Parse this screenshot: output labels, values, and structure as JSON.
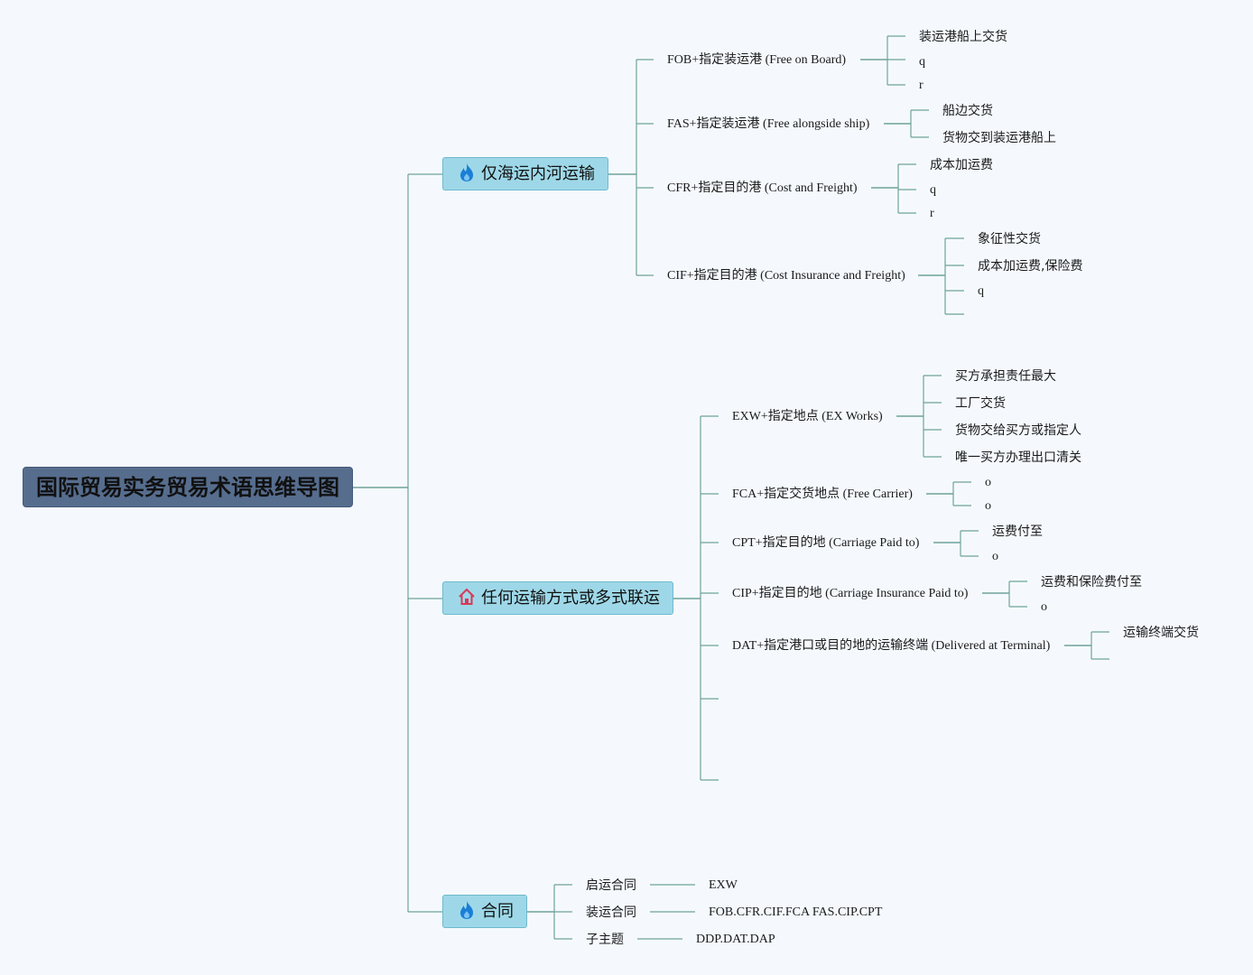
{
  "root": {
    "title": "国际贸易实务贸易术语思维导图"
  },
  "branches": [
    {
      "label": "仅海运内河运输",
      "icon": "flame-icon",
      "children": [
        {
          "label": "FOB+指定装运港 (Free on Board)",
          "children": [
            "装运港船上交货",
            "q",
            "r"
          ]
        },
        {
          "label": "FAS+指定装运港 (Free alongside ship)",
          "children": [
            "船边交货",
            "货物交到装运港船上"
          ]
        },
        {
          "label": "CFR+指定目的港 (Cost and Freight)",
          "children": [
            "成本加运费",
            "q",
            "r"
          ]
        },
        {
          "label": "CIF+指定目的港 (Cost Insurance and Freight)",
          "children": [
            "象征性交货",
            "成本加运费,保险费",
            "q",
            ""
          ]
        }
      ]
    },
    {
      "label": "任何运输方式或多式联运",
      "icon": "house-icon",
      "children": [
        {
          "label": "EXW+指定地点 (EX Works)",
          "children": [
            "买方承担责任最大",
            "工厂交货",
            "货物交给买方或指定人",
            "唯一买方办理出口清关"
          ]
        },
        {
          "label": "FCA+指定交货地点 (Free Carrier)",
          "children": [
            "o",
            "o"
          ]
        },
        {
          "label": "CPT+指定目的地 (Carriage Paid to)",
          "children": [
            "运费付至",
            "o"
          ]
        },
        {
          "label": "CIP+指定目的地 (Carriage Insurance Paid to)",
          "children": [
            "运费和保险费付至",
            "o"
          ]
        },
        {
          "label": "DAT+指定港口或目的地的运输终端 (Delivered at Terminal)",
          "children": [
            "运输终端交货",
            ""
          ]
        },
        {
          "label": "",
          "children": []
        },
        {
          "label": "",
          "children": []
        }
      ]
    },
    {
      "label": "合同",
      "icon": "flame-icon",
      "children": [
        {
          "label": "启运合同",
          "children": [
            "EXW"
          ]
        },
        {
          "label": "装运合同",
          "children": [
            "FOB.CFR.CIF.FCA FAS.CIP.CPT"
          ]
        },
        {
          "label": "子主题",
          "children": [
            "DDP.DAT.DAP"
          ]
        }
      ]
    }
  ],
  "colors": {
    "root_bg": "#566d8e",
    "branch_bg": "#9ed8e8",
    "connector": "#6fa39a",
    "flame": "#1a7fd6",
    "house": "#d63a5a"
  }
}
